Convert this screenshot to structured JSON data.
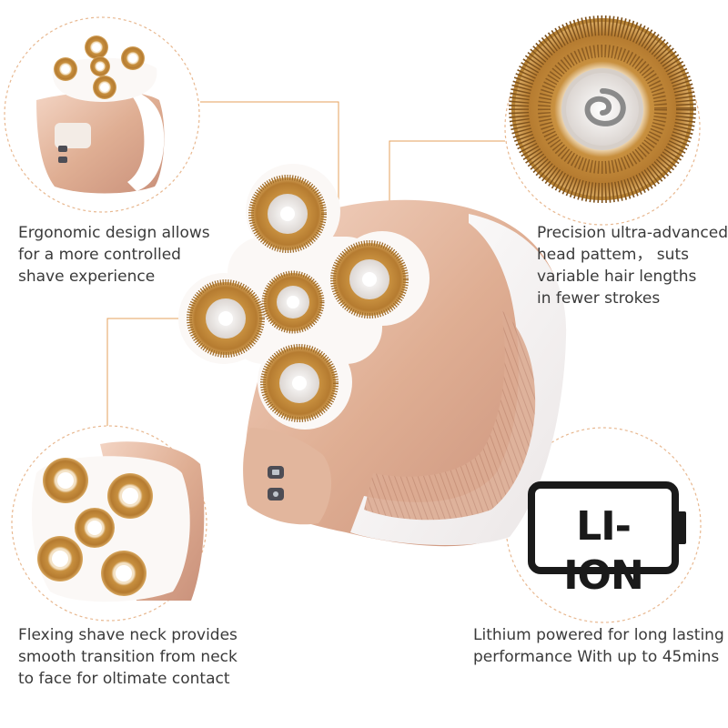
{
  "captions": {
    "top_left": [
      "Ergonomic design allows",
      "for a more controlled",
      "shave experience"
    ],
    "top_right": [
      "Precision ultra-advanced",
      "head pattem， suts",
      "variable hair lengths",
      "in fewer strokes"
    ],
    "bottom_left": [
      "Flexing shave neck provides",
      "smooth transition from neck",
      "to face for oltimate contact"
    ],
    "bottom_right": [
      "Lithium powered for long lasting",
      "performance With up to 45mins"
    ]
  },
  "battery_label": "LI-ION",
  "colors": {
    "rose_gold": "#d9a88e",
    "gold_foil": "#c58a3a",
    "callout_line": "#e6a15c",
    "dashed_circle": "#e8b890"
  }
}
